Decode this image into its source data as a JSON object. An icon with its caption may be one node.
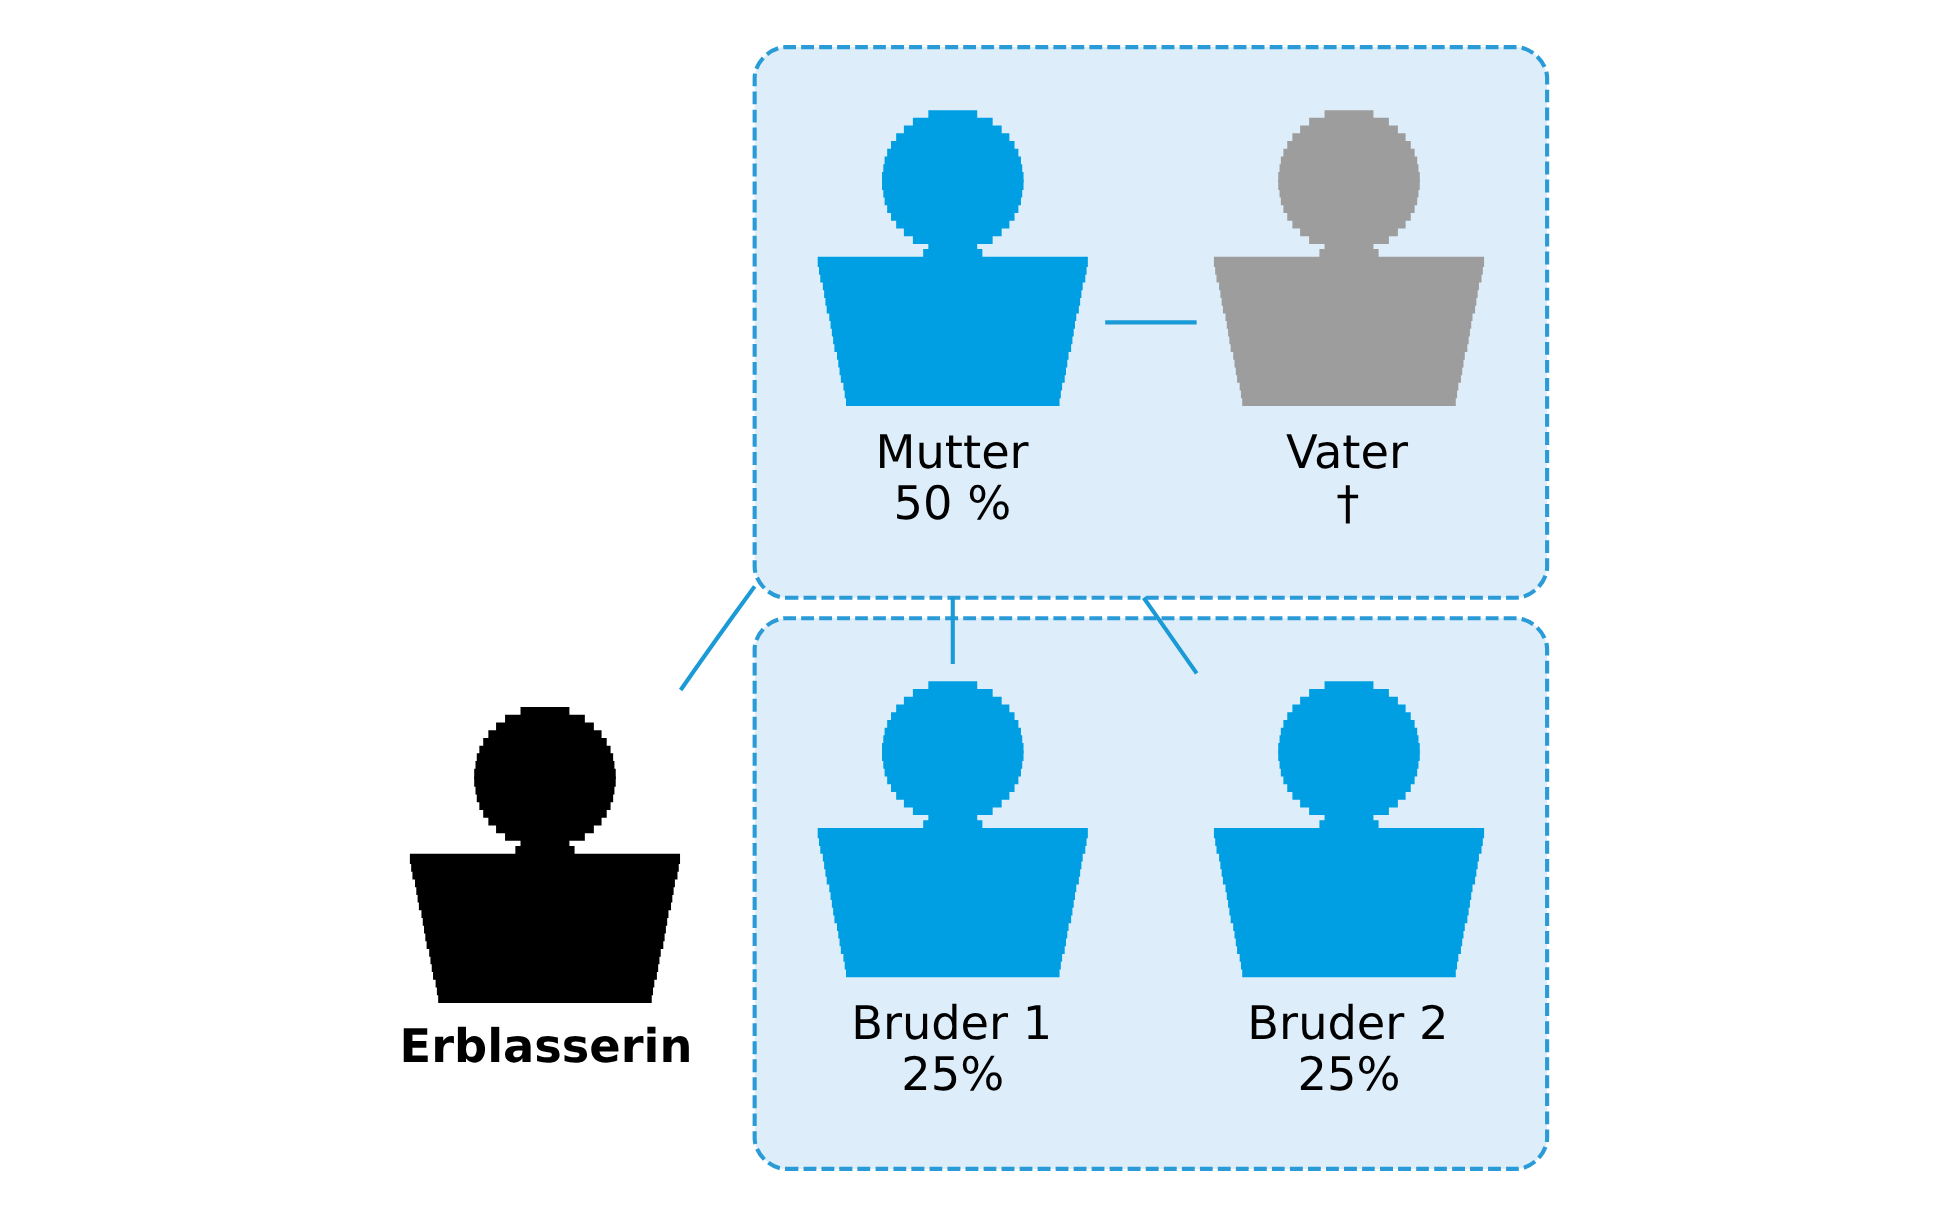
{
  "diagram": {
    "nodes": [
      {
        "text": [],
        "shape": "box"
      },
      {
        "text": [
          "Mutter",
          "50 %"
        ],
        "in": 0
      },
      {
        "text": [
          "Vater",
          "†"
        ],
        "in": 0
      },
      {
        "text": [
          "Erblasserin"
        ]
      },
      {
        "text": [],
        "shape": "box"
      },
      {
        "text": [
          "Bruder 1",
          "25%"
        ],
        "in": 4
      },
      {
        "text": [
          "Bruder 2",
          "25%"
        ],
        "in": 4
      }
    ],
    "edges": [
      {
        "from": 1,
        "to": 2,
        "arrow": "none"
      },
      {
        "from": 0,
        "to": 3,
        "arrow": "none"
      },
      {
        "from": 0,
        "to": 5,
        "arrow": "none"
      },
      {
        "from": 0,
        "to": 6,
        "arrow": "none"
      }
    ]
  }
}
